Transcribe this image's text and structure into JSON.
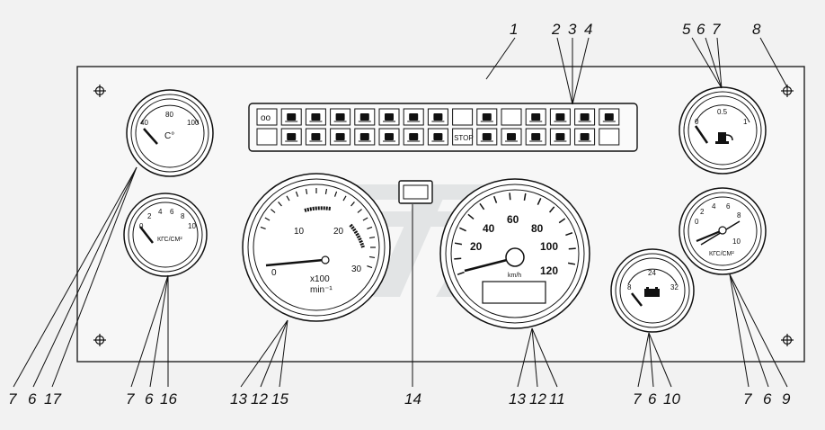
{
  "callouts": {
    "c1": "1",
    "c2": "2",
    "c3": "3",
    "c4": "4",
    "c5": "5",
    "c6": "6",
    "c7": "7",
    "c8": "8",
    "b_l1": "7",
    "b_l2": "6",
    "b_l3": "17",
    "b_o1": "7",
    "b_o2": "6",
    "b_o3": "16",
    "b_t1": "13",
    "b_t2": "12",
    "b_t3": "15",
    "b_c": "14",
    "b_s1": "13",
    "b_s2": "12",
    "b_s3": "11",
    "b_v1": "7",
    "b_v2": "6",
    "b_v3": "10",
    "b_r1": "7",
    "b_r2": "6",
    "b_r3": "9"
  },
  "gauges": {
    "coolant_temp": {
      "ticks": [
        "40",
        "80",
        "100"
      ],
      "unit": "C°"
    },
    "oil_pressure": {
      "ticks": [
        "0",
        "2",
        "4",
        "6",
        "8",
        "10"
      ],
      "unit": "КГС/СМ²"
    },
    "tachometer": {
      "ticks": [
        "0",
        "10",
        "20",
        "30"
      ],
      "multiplier": "x100",
      "unit": "min⁻¹"
    },
    "speedometer": {
      "ticks": [
        "20",
        "40",
        "60",
        "80",
        "100",
        "120"
      ],
      "unit": "km/h"
    },
    "fuel_level": {
      "ticks": [
        "0",
        "0.5",
        "1"
      ]
    },
    "voltmeter": {
      "ticks": [
        "8",
        "24",
        "32"
      ]
    },
    "air_pressure": {
      "ticks": [
        "0",
        "2",
        "4",
        "6",
        "8",
        "10"
      ],
      "unit": "КГС/СМ²"
    }
  },
  "warning_panel": {
    "row1": [
      "oo",
      "battery-icon",
      "headlight-icon",
      "fog-light-icon",
      "highbeam-icon",
      "lowbeam-icon",
      "turn-signal-icon",
      "hazard-icon",
      "",
      "rear-fog-icon",
      "",
      "axle-lock-icon",
      "diff-lock-icon",
      "trailer-icon",
      "parking-brake-icon"
    ],
    "row2": [
      "",
      "grid-icon",
      "fuel-filter-icon",
      "battery-charge-icon",
      "air-filter-icon",
      "coolant-level-icon",
      "oil-level-icon",
      "temp-icon",
      "STOP",
      "brake-icon",
      "brake-wear-icon",
      "abs-icon",
      "fuel-icon",
      "hazard-triangle-icon",
      ""
    ],
    "stop_label": "STOP"
  }
}
